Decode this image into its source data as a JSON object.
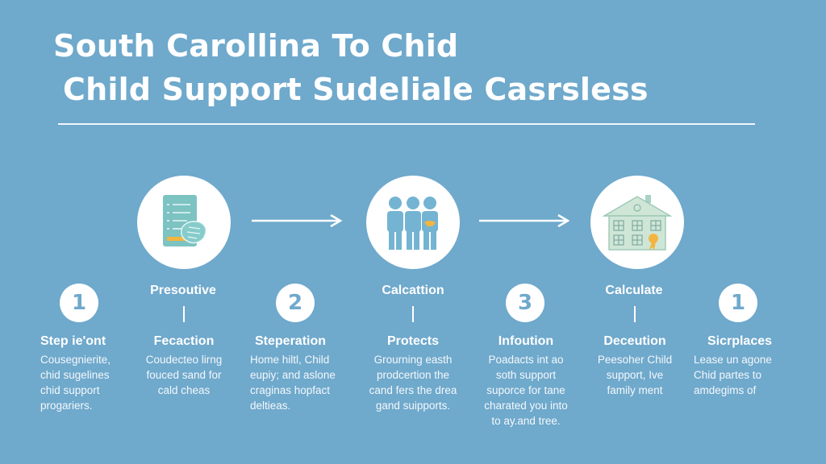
{
  "title": {
    "line1": "South Carollina To Chid",
    "line2": "Child Support Sudeliale Casrsless"
  },
  "colors": {
    "background": "#6fa9cc",
    "circle": "#ffffff",
    "icon_teal": "#7cc3c2",
    "icon_blue": "#74b4d2",
    "house_green": "#cfe6d6",
    "accent_orange": "#f2b541"
  },
  "icons": [
    {
      "name": "document-checklist-icon"
    },
    {
      "name": "family-people-icon"
    },
    {
      "name": "house-icon"
    }
  ],
  "arrows": [
    "arrow-right-icon",
    "arrow-right-icon"
  ],
  "stages": [
    {
      "label": "Presoutive"
    },
    {
      "label": "Calcattion"
    },
    {
      "label": "Calculate"
    }
  ],
  "numbers": [
    "1",
    "2",
    "3",
    "1"
  ],
  "columns": [
    {
      "heading": "Step ie'ont",
      "body": [
        "Cousegnierite,",
        " chid sugelines",
        "chid support",
        "progariers."
      ]
    },
    {
      "heading": "Fecaction",
      "body": [
        "Coudecteo lirng",
        "fouced sand for",
        "cald cheas"
      ]
    },
    {
      "heading": "Steperation",
      "body": [
        "Home hiltl, Child",
        "eupiy; and aslone",
        "craginas hopfact",
        "deltieas."
      ]
    },
    {
      "heading": "Protects",
      "body": [
        "Grourning easth",
        "prodcertion the",
        "cand fers the drea",
        "gand suipports."
      ]
    },
    {
      "heading": "Infoution",
      "body": [
        "Poadacts int ao",
        "soth support",
        "suporce for tane",
        "charated you into",
        "to ay.and tree."
      ]
    },
    {
      "heading": "Deceution",
      "body": [
        "Peesoher Child",
        "support, Ive",
        "family ment"
      ]
    },
    {
      "heading": "Sicrplaces",
      "body": [
        "Lease un agone",
        "Chid partes to",
        "amdegims of"
      ]
    }
  ]
}
